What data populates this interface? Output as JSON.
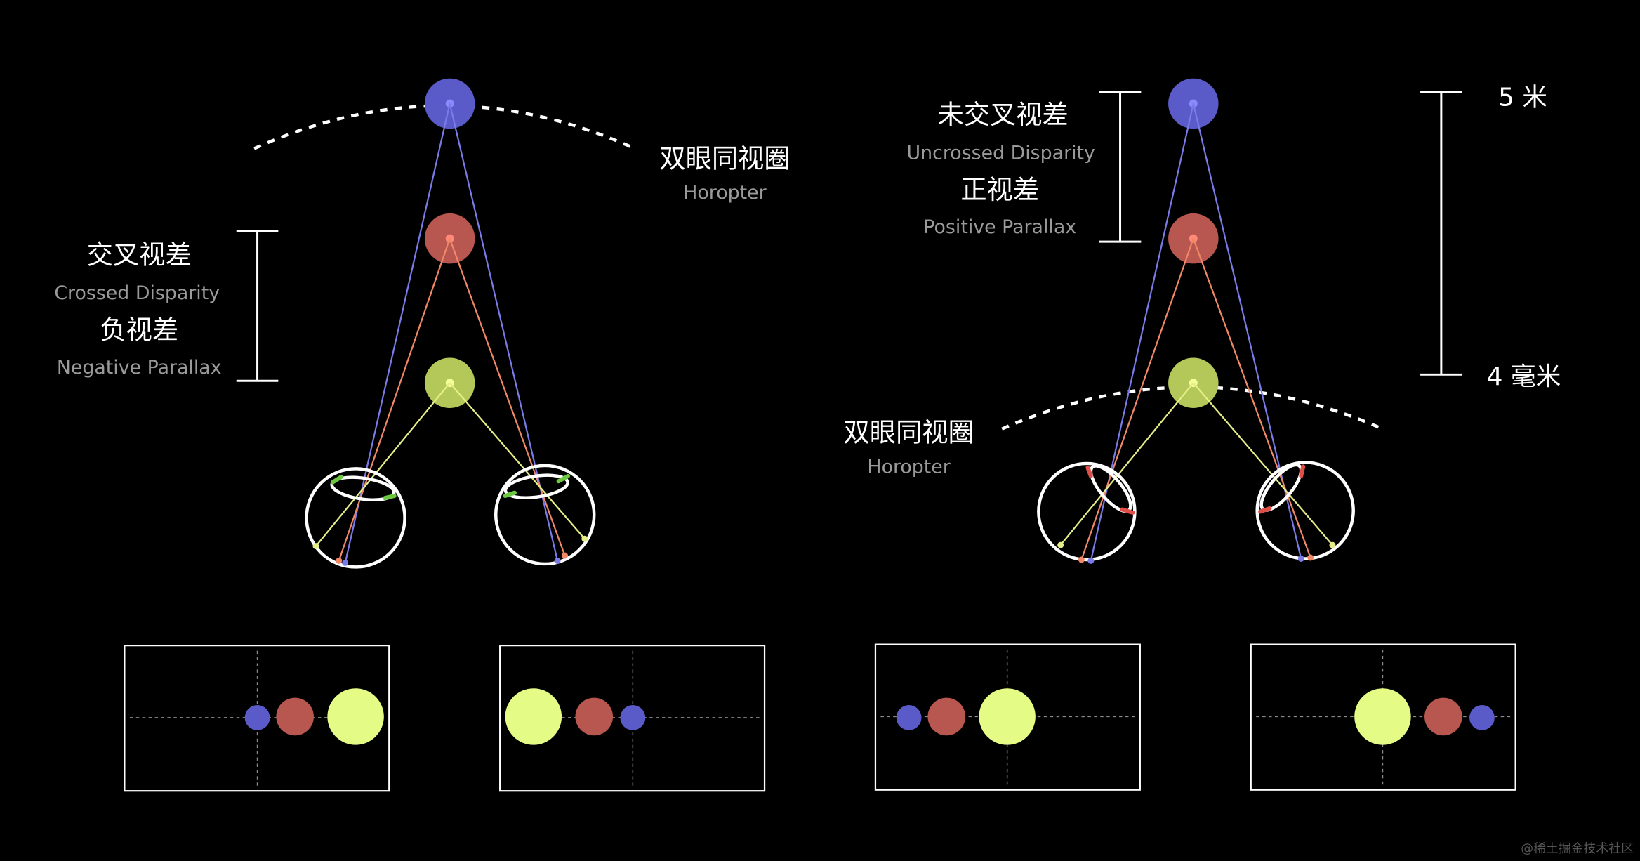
{
  "left_panel": {
    "horopter_label_zh": "双眼同视圈",
    "horopter_label_en": "Horopter",
    "disparity_label_zh": "交叉视差",
    "disparity_label_en": "Crossed Disparity",
    "parallax_label_zh": "负视差",
    "parallax_label_en": "Negative Parallax"
  },
  "right_panel": {
    "horopter_label_zh": "双眼同视圈",
    "horopter_label_en": "Horopter",
    "disparity_label_zh": "未交叉视差",
    "disparity_label_en": "Uncrossed Disparity",
    "parallax_label_zh": "正视差",
    "parallax_label_en": "Positive Parallax",
    "scale_far_label": "5 米",
    "scale_near_label": "4 毫米"
  },
  "watermark": "@稀土掘金技术社区",
  "colors": {
    "blue_object": "#5a5ac8",
    "red_object": "#b85650",
    "green_object": "#b4c85a",
    "frame_green_object": "#e4fb86",
    "blue_ray": "#7a7ae8",
    "red_ray": "#f08868",
    "yellow_ray": "#e6ee88",
    "eye_outline": "#ffffff",
    "left_lens_mark": "#6cc840",
    "right_lens_mark": "#e05048",
    "secondary_text": "#9a9a9a"
  }
}
